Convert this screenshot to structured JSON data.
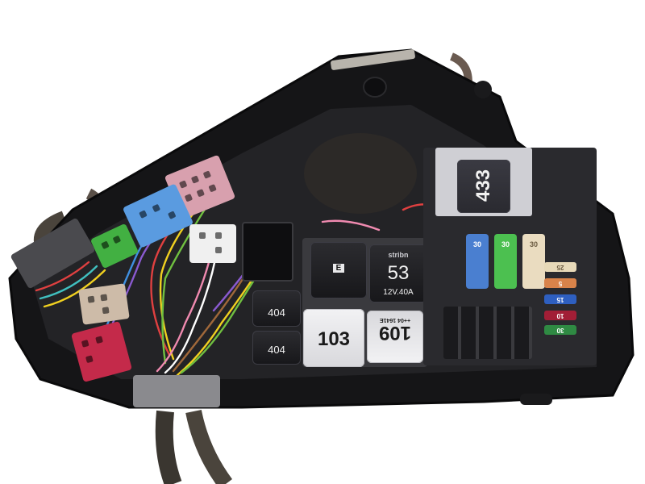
{
  "scene": {
    "subject": "Automotive fuse and relay box with wiring harness connectors",
    "background_color": "#ffffff",
    "housing_color": "#151517"
  },
  "housing_label": {
    "text": "label sticker (illegible)"
  },
  "relays": [
    {
      "id": "relay-433",
      "label": "433",
      "color": "#2a2a30",
      "rotated": true
    },
    {
      "id": "relay-53",
      "brand": "stribn",
      "label": "53",
      "rating": "12V.40A",
      "color": "#1c1c20"
    },
    {
      "id": "relay-404-top",
      "label": "404",
      "color": "#1c1c20"
    },
    {
      "id": "relay-404-bottom",
      "label": "404",
      "color": "#1c1c20"
    },
    {
      "id": "relay-103",
      "label": "103",
      "color": "#e8e8ec"
    },
    {
      "id": "relay-109",
      "label": "109",
      "sublabel": "++04 1641E",
      "color": "#e6e6ea",
      "rotated": true
    },
    {
      "id": "relay-small-e",
      "label": "E",
      "color": "#2a2a30"
    }
  ],
  "maxi_fuses": [
    {
      "label": "30",
      "color": "#4a7fd0"
    },
    {
      "label": "30",
      "color": "#4cc050"
    },
    {
      "label": "30",
      "color": "#eadcc0"
    }
  ],
  "mini_fuses": [
    {
      "label": "25",
      "color": "#e7d9b8"
    },
    {
      "label": "5",
      "color": "#d9834a"
    },
    {
      "label": "15",
      "color": "#2e5fc0"
    },
    {
      "label": "10",
      "color": "#a21e36"
    },
    {
      "label": "30",
      "color": "#2f8a43"
    }
  ],
  "connectors": [
    {
      "name": "pink",
      "color": "#d8a0ae"
    },
    {
      "name": "blue",
      "color": "#5a9be0"
    },
    {
      "name": "green",
      "color": "#42b042"
    },
    {
      "name": "white",
      "color": "#f0f0f0"
    },
    {
      "name": "beige",
      "color": "#cdbba8"
    },
    {
      "name": "red",
      "color": "#c42a4a"
    },
    {
      "name": "gray-left",
      "color": "#4a4a4e"
    },
    {
      "name": "gray-bottom",
      "color": "#8a8a8e"
    }
  ],
  "wire_colors": [
    "#e04040",
    "#f0d020",
    "#70c040",
    "#8a5ad0",
    "#4090e0",
    "#f08ab0",
    "#ffffff",
    "#a0683a",
    "#40c0c0"
  ]
}
